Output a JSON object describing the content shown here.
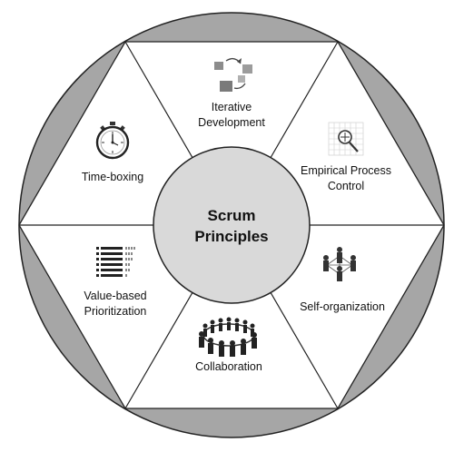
{
  "diagram": {
    "center": {
      "line1": "Scrum",
      "line2": "Principles"
    },
    "segments": [
      {
        "id": "iterative",
        "line1": "Iterative",
        "line2": "Development",
        "icon": "iterative-cycle-icon"
      },
      {
        "id": "empirical",
        "line1": "Empirical Process",
        "line2": "Control",
        "icon": "magnifier-grid-icon"
      },
      {
        "id": "selforg",
        "line1": "Self-organization",
        "line2": "",
        "icon": "team-network-icon"
      },
      {
        "id": "collab",
        "line1": "Collaboration",
        "line2": "",
        "icon": "people-circle-icon"
      },
      {
        "id": "value",
        "line1": "Value-based",
        "line2": "Prioritization",
        "icon": "priority-list-icon"
      },
      {
        "id": "timebox",
        "line1": "Time-boxing",
        "line2": "",
        "icon": "stopwatch-icon"
      }
    ],
    "colors": {
      "outer_fill": "#a6a6a6",
      "hexagon_fill": "#ffffff",
      "center_fill": "#d9d9d9",
      "stroke": "#222222"
    }
  }
}
